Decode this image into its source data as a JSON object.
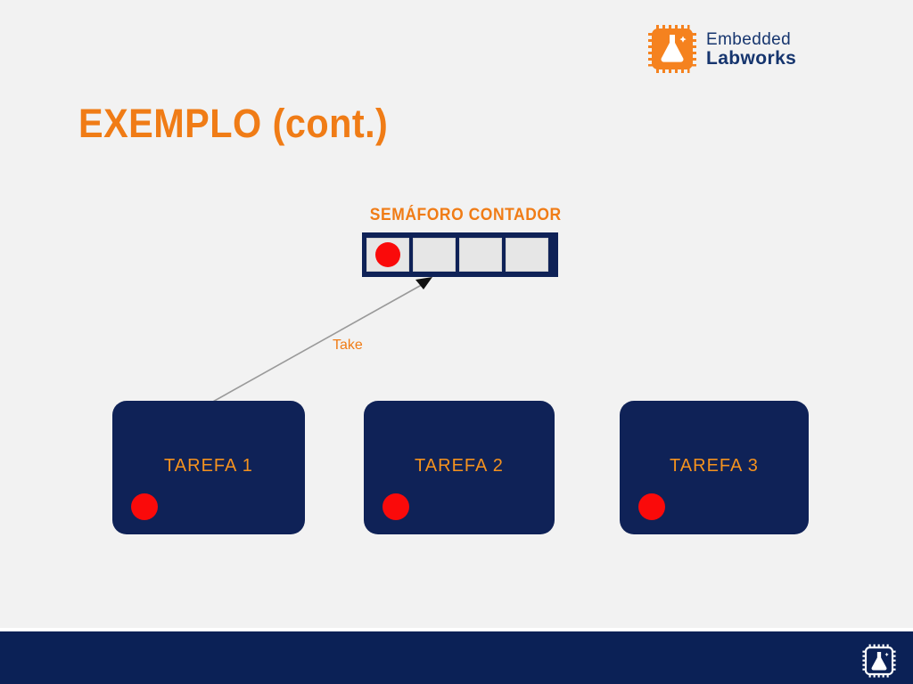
{
  "slide": {
    "background_color": "#f2f2f2",
    "title": "EXEMPLO (cont.)",
    "title_color": "#f07c16"
  },
  "brand": {
    "icon": "chip-flask-icon",
    "line1": "Embedded",
    "line2": "Labworks",
    "text_color": "#16356e",
    "icon_color": "#f5821f"
  },
  "semaphore": {
    "label": "SEMÁFORO CONTADOR",
    "label_color": "#f07c16",
    "frame_color": "#0f2257",
    "cell_color": "#e6e6e6",
    "token_color": "#fa0a0a",
    "cells": [
      {
        "index": 1,
        "filled": true
      },
      {
        "index": 2,
        "filled": false
      },
      {
        "index": 3,
        "filled": false
      },
      {
        "index": 4,
        "filled": false
      }
    ]
  },
  "arrow": {
    "label": "Take",
    "label_color": "#f07c16",
    "line_color": "#9a9a9a",
    "head_color": "#111111",
    "from": "tarefa-1",
    "to": "semaforo-contador"
  },
  "tasks": [
    {
      "id": "tarefa-1",
      "label": "TAREFA 1",
      "token": true
    },
    {
      "id": "tarefa-2",
      "label": "TAREFA 2",
      "token": true
    },
    {
      "id": "tarefa-3",
      "label": "TAREFA 3",
      "token": true
    }
  ],
  "task_style": {
    "box_color": "#0f2257",
    "label_color": "#f5921e",
    "token_color": "#fa0a0a"
  },
  "footer": {
    "bar_color": "#0b2156",
    "icon": "chip-flask-icon"
  }
}
